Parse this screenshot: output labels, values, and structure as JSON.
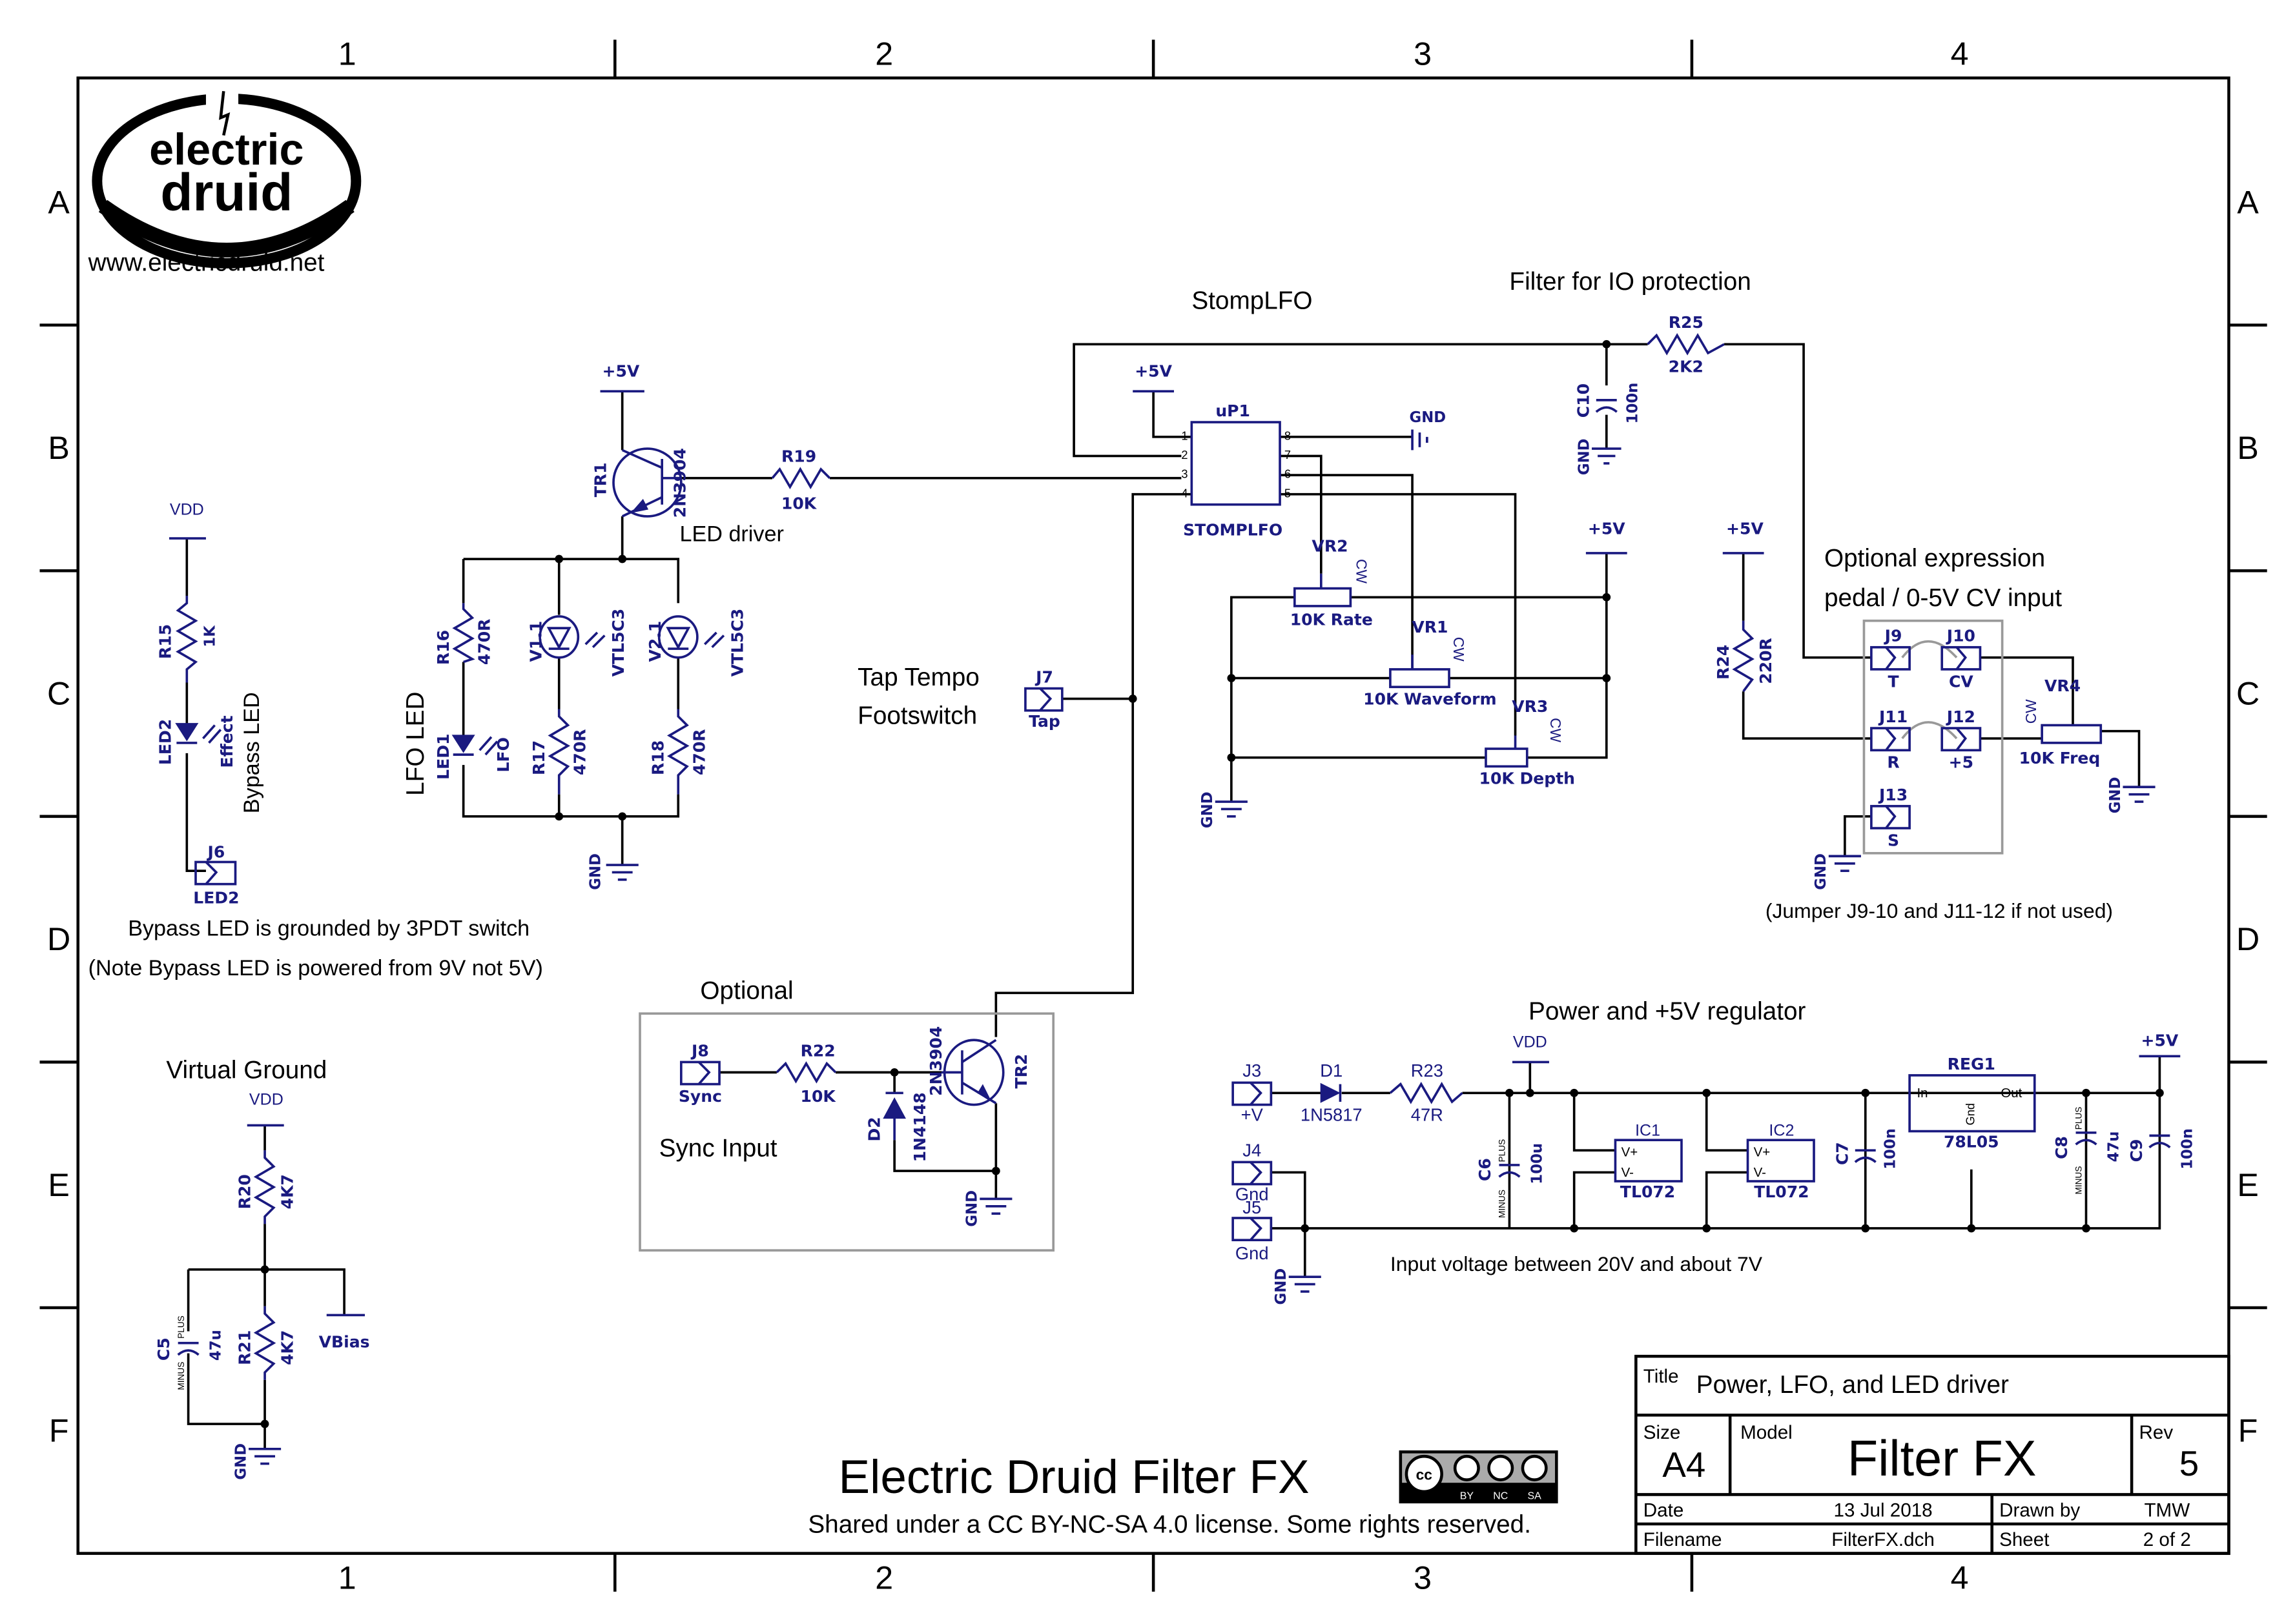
{
  "border": {
    "columns": [
      "1",
      "2",
      "3",
      "4"
    ],
    "rows": [
      "A",
      "B",
      "C",
      "D",
      "E",
      "F"
    ]
  },
  "logo": {
    "line1": "electric",
    "line2": "druid",
    "url": "www.electricdruid.net"
  },
  "notes": {
    "stomplfo": "StompLFO",
    "filter_io": "Filter for IO protection",
    "led_driver": "LED driver",
    "lfo_led": "LFO LED",
    "bypass_led": "Bypass LED",
    "bypass_note1": "Bypass LED is grounded by 3PDT switch",
    "bypass_note2": "(Note Bypass LED is powered from 9V not 5V)",
    "tap_tempo_1": "Tap Tempo",
    "tap_tempo_2": "Footswitch",
    "optional": "Optional",
    "sync_input": "Sync Input",
    "virtual_ground": "Virtual Ground",
    "expr_1": "Optional expression",
    "expr_2": "pedal / 0-5V CV input",
    "jumper_note": "(Jumper J9-10 and J11-12 if not used)",
    "power_reg": "Power and +5V regulator",
    "input_voltage": "Input voltage between 20V and about 7V"
  },
  "power": {
    "p5v": "+5V",
    "vdd": "VDD",
    "gnd": "GND",
    "vbias": "VBias"
  },
  "components": {
    "tr1": {
      "ref": "TR1",
      "value": "2N3904"
    },
    "tr2": {
      "ref": "TR2",
      "value": "2N3904"
    },
    "r15": {
      "ref": "R15",
      "value": "1K"
    },
    "r16": {
      "ref": "R16",
      "value": "470R"
    },
    "r17": {
      "ref": "R17",
      "value": "470R"
    },
    "r18": {
      "ref": "R18",
      "value": "470R"
    },
    "r19": {
      "ref": "R19",
      "value": "10K"
    },
    "r20": {
      "ref": "R20",
      "value": "4K7"
    },
    "r21": {
      "ref": "R21",
      "value": "4K7"
    },
    "r22": {
      "ref": "R22",
      "value": "10K"
    },
    "r23": {
      "ref": "R23",
      "value": "47R"
    },
    "r24": {
      "ref": "R24",
      "value": "220R"
    },
    "r25": {
      "ref": "R25",
      "value": "2K2"
    },
    "led1": {
      "ref": "LED1",
      "value": "LFO"
    },
    "led2": {
      "ref": "LED2",
      "value": "Effect"
    },
    "v1": {
      "ref": "V1.1",
      "value": "VTL5C3"
    },
    "v2": {
      "ref": "V2.1",
      "value": "VTL5C3"
    },
    "up1": {
      "ref": "uP1",
      "value": "STOMPLFO"
    },
    "vr1": {
      "ref": "VR1",
      "value": "10K  Waveform"
    },
    "vr2": {
      "ref": "VR2",
      "value": "10K  Rate"
    },
    "vr3": {
      "ref": "VR3",
      "value": "10K  Depth"
    },
    "vr4": {
      "ref": "VR4",
      "value": "10K  Freq"
    },
    "c5": {
      "ref": "C5",
      "value": "47u"
    },
    "c6": {
      "ref": "C6",
      "value": "100u"
    },
    "c7": {
      "ref": "C7",
      "value": "100n"
    },
    "c8": {
      "ref": "C8",
      "value": "47u"
    },
    "c9": {
      "ref": "C9",
      "value": "100n"
    },
    "c10": {
      "ref": "C10",
      "value": "100n"
    },
    "d1": {
      "ref": "D1",
      "value": "1N5817"
    },
    "d2": {
      "ref": "D2",
      "value": "1N4148"
    },
    "ic1": {
      "ref": "IC1",
      "value": "TL072",
      "vp": "V+",
      "vm": "V-"
    },
    "ic2": {
      "ref": "IC2",
      "value": "TL072",
      "vp": "V+",
      "vm": "V-"
    },
    "reg1": {
      "ref": "REG1",
      "value": "78L05",
      "in": "In",
      "out": "Out",
      "gnd": "Gnd"
    },
    "j3": {
      "ref": "J3",
      "label": "+V"
    },
    "j4": {
      "ref": "J4",
      "label": "Gnd"
    },
    "j5": {
      "ref": "J5",
      "label": "Gnd"
    },
    "j6": {
      "ref": "J6",
      "label": "LED2"
    },
    "j7": {
      "ref": "J7",
      "label": "Tap"
    },
    "j8": {
      "ref": "J8",
      "label": "Sync"
    },
    "j9": {
      "ref": "J9",
      "label": "T"
    },
    "j10": {
      "ref": "J10",
      "label": "CV"
    },
    "j11": {
      "ref": "J11",
      "label": "R"
    },
    "j12": {
      "ref": "J12",
      "label": "+5"
    },
    "j13": {
      "ref": "J13",
      "label": "S"
    }
  },
  "cw": "CW",
  "cap_labels": {
    "plus": "PLUS",
    "minus": "MINUS"
  },
  "footer": {
    "project_title": "Electric Druid Filter FX",
    "license": "Shared under a CC BY-NC-SA 4.0 license. Some rights reserved.",
    "cc_badge": [
      "BY",
      "NC",
      "SA"
    ]
  },
  "title_block": {
    "title_label": "Title",
    "title": "Power, LFO, and LED driver",
    "size_label": "Size",
    "size": "A4",
    "model_label": "Model",
    "model": "Filter FX",
    "rev_label": "Rev",
    "rev": "5",
    "date_label": "Date",
    "date": "13 Jul 2018",
    "drawn_label": "Drawn by",
    "drawn_by": "TMW",
    "file_label": "Filename",
    "filename": "FilterFX.dch",
    "sheet_label": "Sheet",
    "sheet": "2 of 2"
  }
}
